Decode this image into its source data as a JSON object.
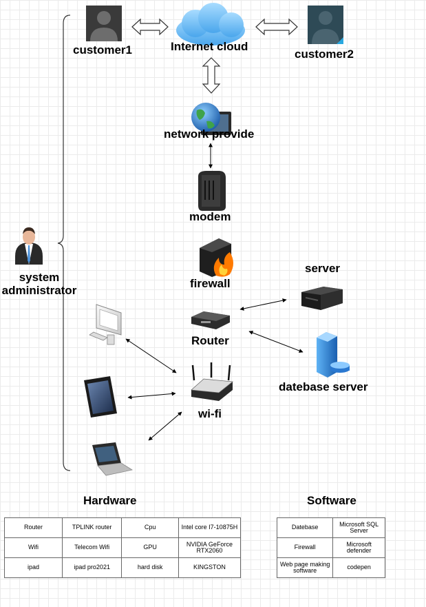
{
  "nodes": {
    "customer1": "customer1",
    "internet_cloud": "Internet cloud",
    "customer2": "customer2",
    "network_provider": "network provide",
    "modem": "modem",
    "firewall": "firewall",
    "router": "Router",
    "server": "server",
    "database_server": "datebase server",
    "wifi": "wi-fi",
    "system_admin_line1": "system",
    "system_admin_line2": "administrator"
  },
  "hardware": {
    "title": "Hardware",
    "rows": [
      [
        "Router",
        "TPLINK router",
        "Cpu",
        "Intel core I7-10875H"
      ],
      [
        "Wifi",
        "Telecom Wifi",
        "GPU",
        "NVIDIA GeForce RTX2060"
      ],
      [
        "ipad",
        "ipad pro2021",
        "hard disk",
        "KINGSTON"
      ]
    ]
  },
  "software": {
    "title": "Software",
    "rows": [
      [
        "Datebase",
        "Microsoft SQL Server"
      ],
      [
        "Firewall",
        "Microsoft defender"
      ],
      [
        "Web page making software",
        "codepen"
      ]
    ]
  },
  "colors": {
    "grid": "#ebebeb",
    "cloud": "#5cb3f0",
    "avatar_gray": "#3a3a3a",
    "avatar_teal": "#2e4a56",
    "border": "#666666"
  }
}
